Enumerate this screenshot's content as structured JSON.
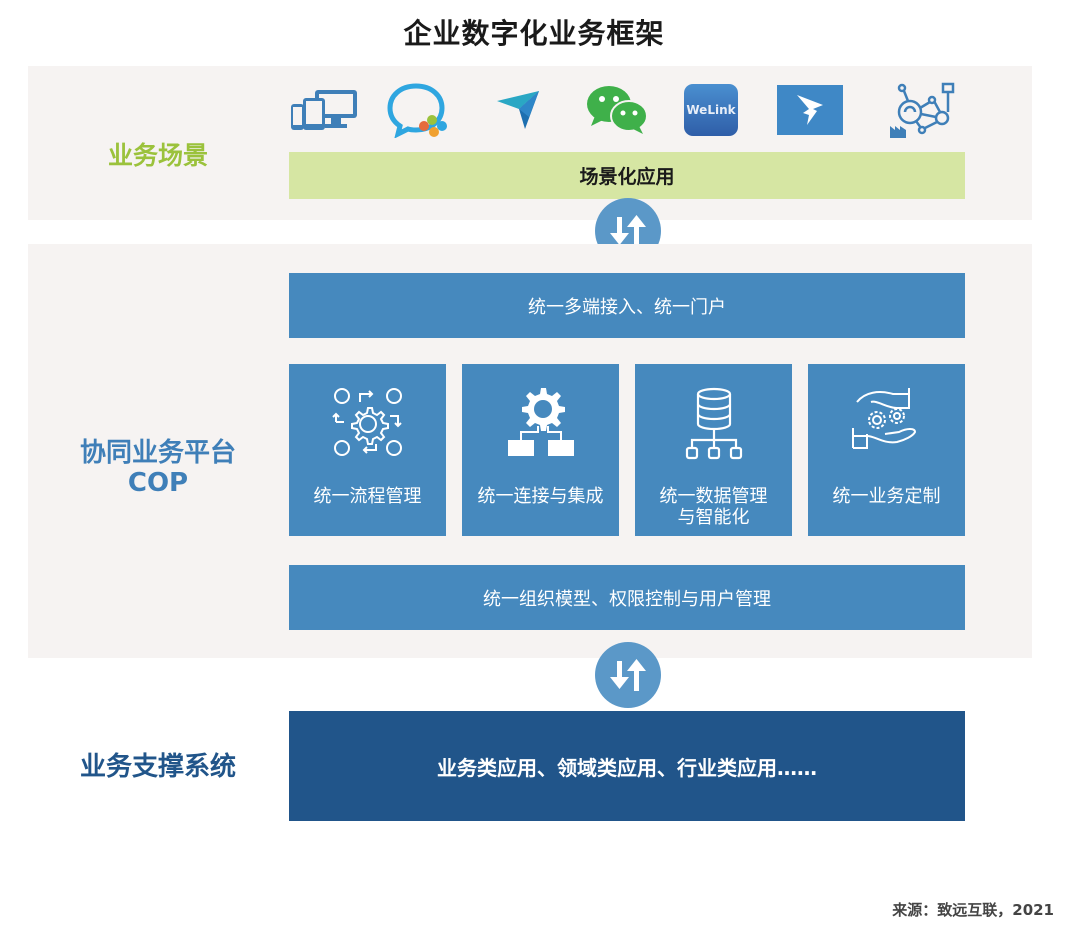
{
  "title": "企业数字化业务框架",
  "layers": {
    "scenario": {
      "label": "业务场景",
      "label_color": "#9bc23c",
      "bar_label": "场景化应用",
      "icons": [
        "multi-device-icon",
        "wecom-icon",
        "paper-plane-icon",
        "wechat-icon",
        "welink-icon",
        "dingtalk-icon",
        "iot-network-icon"
      ],
      "welink_text": "WeLink"
    },
    "platform": {
      "label_line1": "协同业务平台",
      "label_line2": "COP",
      "label_color": "#3f7fb8",
      "top_bar": "统一多端接入、统一门户",
      "cards": [
        {
          "label": "统一流程管理",
          "icon": "process-gear-icon"
        },
        {
          "label": "统一连接与集成",
          "icon": "integration-gear-icon"
        },
        {
          "label_line1": "统一数据管理",
          "label_line2": "与智能化",
          "icon": "database-tree-icon"
        },
        {
          "label": "统一业务定制",
          "icon": "hands-gears-icon"
        }
      ],
      "bottom_bar": "统一组织模型、权限控制与用户管理"
    },
    "support": {
      "label": "业务支撑系统",
      "label_color": "#21558a",
      "bar_label": "业务类应用、领域类应用、行业类应用……"
    }
  },
  "colors": {
    "band_bg": "#f6f3f2",
    "platform_blue": "#4689be",
    "support_blue": "#21558a",
    "scene_green": "#d6e6a3",
    "arrow_circle": "#5b98c8"
  },
  "source": "来源：致远互联，2021"
}
